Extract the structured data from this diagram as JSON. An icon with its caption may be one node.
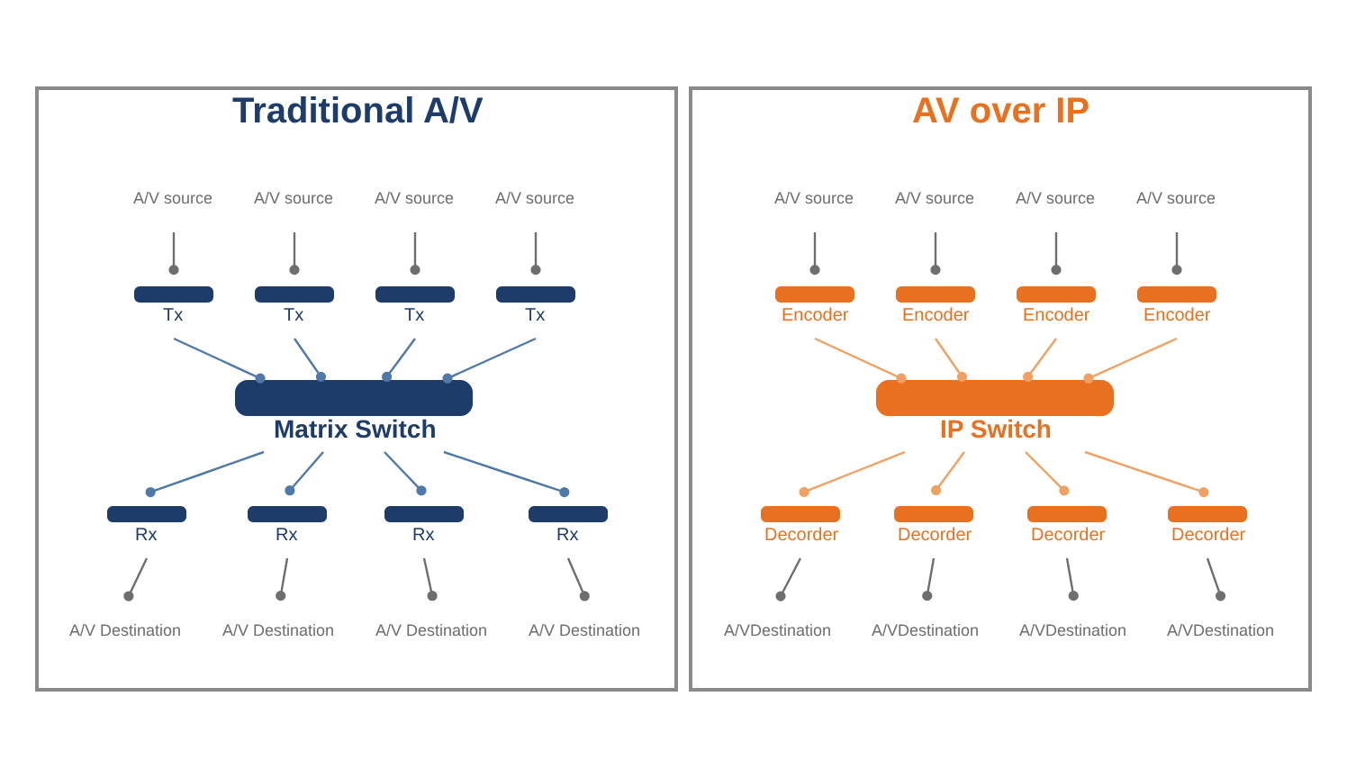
{
  "diagram": {
    "nodes": [
      {
        "text": [
          "Traditional A/V"
        ]
      },
      {
        "text": [
          "A/V source"
        ],
        "in": 0
      },
      {
        "text": [
          "A/V source"
        ],
        "in": 0
      },
      {
        "text": [
          "A/V source"
        ],
        "in": 0
      },
      {
        "text": [
          "A/V source"
        ],
        "in": 0
      },
      {
        "text": [
          "Tx"
        ],
        "in": 0
      },
      {
        "text": [
          "Tx"
        ],
        "in": 0
      },
      {
        "text": [
          "Tx"
        ],
        "in": 0
      },
      {
        "text": [
          "Tx"
        ],
        "in": 0
      },
      {
        "text": [
          "Matrix Switch"
        ],
        "in": 0
      },
      {
        "text": [
          "Rx"
        ],
        "in": 0
      },
      {
        "text": [
          "Rx"
        ],
        "in": 0
      },
      {
        "text": [
          "Rx"
        ],
        "in": 0
      },
      {
        "text": [
          "Rx"
        ],
        "in": 0
      },
      {
        "text": [
          "A/V Destination"
        ],
        "in": 0
      },
      {
        "text": [
          "A/V Destination"
        ],
        "in": 0
      },
      {
        "text": [
          "A/V Destination"
        ],
        "in": 0
      },
      {
        "text": [
          "A/V Destination"
        ],
        "in": 0
      },
      {
        "text": [
          "AV over IP"
        ]
      },
      {
        "text": [
          "A/V source"
        ],
        "in": 18
      },
      {
        "text": [
          "A/V source"
        ],
        "in": 18
      },
      {
        "text": [
          "A/V source"
        ],
        "in": 18
      },
      {
        "text": [
          "A/V source"
        ],
        "in": 18
      },
      {
        "text": [
          "Encoder"
        ],
        "in": 18
      },
      {
        "text": [
          "Encoder"
        ],
        "in": 18
      },
      {
        "text": [
          "Encoder"
        ],
        "in": 18
      },
      {
        "text": [
          "Encoder"
        ],
        "in": 18
      },
      {
        "text": [
          "IP Switch"
        ],
        "in": 18
      },
      {
        "text": [
          "Decorder"
        ],
        "in": 18
      },
      {
        "text": [
          "Decorder"
        ],
        "in": 18
      },
      {
        "text": [
          "Decorder"
        ],
        "in": 18
      },
      {
        "text": [
          "Decorder"
        ],
        "in": 18
      },
      {
        "text": [
          "A/VDestination"
        ],
        "in": 18
      },
      {
        "text": [
          "A/VDestination"
        ],
        "in": 18
      },
      {
        "text": [
          "A/VDestination"
        ],
        "in": 18
      },
      {
        "text": [
          "A/VDestination"
        ],
        "in": 18
      }
    ],
    "edges": [
      {
        "from": 1,
        "to": 5,
        "arrow": "other"
      },
      {
        "from": 2,
        "to": 6,
        "arrow": "other"
      },
      {
        "from": 3,
        "to": 7,
        "arrow": "other"
      },
      {
        "from": 4,
        "to": 8,
        "arrow": "other"
      },
      {
        "from": 5,
        "to": 9,
        "arrow": "other",
        "color": "#4f79a8"
      },
      {
        "from": 6,
        "to": 9,
        "arrow": "other",
        "color": "#4f79a8"
      },
      {
        "from": 7,
        "to": 9,
        "arrow": "other",
        "color": "#4f79a8"
      },
      {
        "from": 8,
        "to": 9,
        "arrow": "other",
        "color": "#4f79a8"
      },
      {
        "from": 9,
        "to": 10,
        "arrow": "other",
        "color": "#4f79a8"
      },
      {
        "from": 9,
        "to": 11,
        "arrow": "other",
        "color": "#4f79a8"
      },
      {
        "from": 9,
        "to": 12,
        "arrow": "other",
        "color": "#4f79a8"
      },
      {
        "from": 9,
        "to": 13,
        "arrow": "other",
        "color": "#4f79a8"
      },
      {
        "from": 10,
        "to": 14,
        "arrow": "other"
      },
      {
        "from": 11,
        "to": 15,
        "arrow": "other"
      },
      {
        "from": 12,
        "to": 16,
        "arrow": "other"
      },
      {
        "from": 13,
        "to": 17,
        "arrow": "other"
      },
      {
        "from": 19,
        "to": 23,
        "arrow": "other"
      },
      {
        "from": 20,
        "to": 24,
        "arrow": "other"
      },
      {
        "from": 21,
        "to": 25,
        "arrow": "other"
      },
      {
        "from": 22,
        "to": 26,
        "arrow": "other"
      },
      {
        "from": 23,
        "to": 27,
        "arrow": "other",
        "color": "#f0a060"
      },
      {
        "from": 24,
        "to": 27,
        "arrow": "other",
        "color": "#f0a060"
      },
      {
        "from": 25,
        "to": 27,
        "arrow": "other",
        "color": "#f0a060"
      },
      {
        "from": 26,
        "to": 27,
        "arrow": "other",
        "color": "#f0a060"
      },
      {
        "from": 27,
        "to": 28,
        "arrow": "other",
        "color": "#f0a060"
      },
      {
        "from": 27,
        "to": 29,
        "arrow": "other",
        "color": "#f0a060"
      },
      {
        "from": 27,
        "to": 30,
        "arrow": "other",
        "color": "#f0a060"
      },
      {
        "from": 27,
        "to": 31,
        "arrow": "other",
        "color": "#f0a060"
      },
      {
        "from": 28,
        "to": 32,
        "arrow": "other"
      },
      {
        "from": 29,
        "to": 33,
        "arrow": "other"
      },
      {
        "from": 30,
        "to": 34,
        "arrow": "other"
      },
      {
        "from": 31,
        "to": 35,
        "arrow": "other"
      }
    ]
  }
}
